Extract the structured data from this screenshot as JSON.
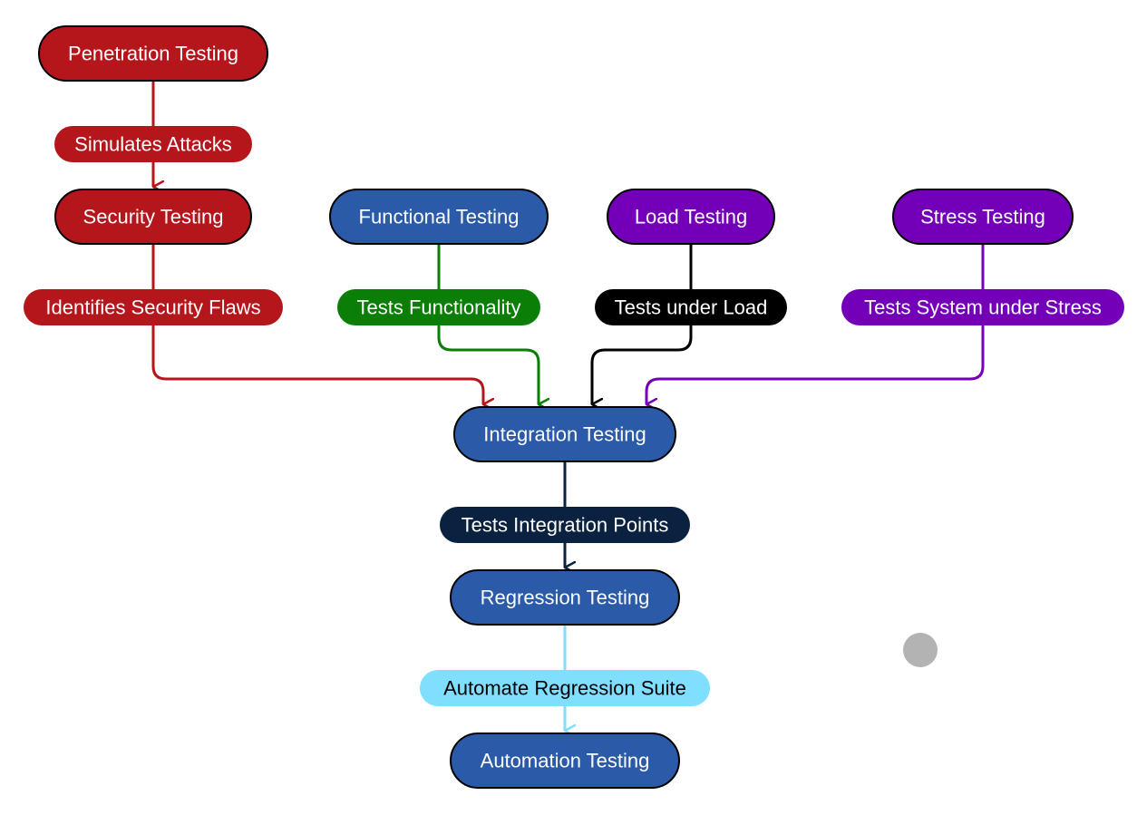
{
  "colors": {
    "red": "#B5161B",
    "blue": "#2A5AA8",
    "purple": "#7300B8",
    "green": "#0A7E07",
    "black": "#000000",
    "navy": "#0A2240",
    "lightblue": "#80DEFF",
    "grey_dot": "#B3B3B3",
    "node_border": "#000000",
    "text_light": "#FFFFFF",
    "text_dark": "#000000"
  },
  "nodes": {
    "penetration": {
      "label": "Penetration Testing",
      "color": "red"
    },
    "security": {
      "label": "Security Testing",
      "color": "red"
    },
    "functional": {
      "label": "Functional Testing",
      "color": "blue"
    },
    "load": {
      "label": "Load Testing",
      "color": "purple"
    },
    "stress": {
      "label": "Stress Testing",
      "color": "purple"
    },
    "integration": {
      "label": "Integration Testing",
      "color": "blue"
    },
    "regression": {
      "label": "Regression Testing",
      "color": "blue"
    },
    "automation": {
      "label": "Automation Testing",
      "color": "blue"
    }
  },
  "edges": {
    "simulates": {
      "from": "penetration",
      "to": "security",
      "label": "Simulates Attacks",
      "color": "red"
    },
    "identifies": {
      "from": "security",
      "to": "integration",
      "label": "Identifies Security Flaws",
      "color": "red"
    },
    "functionality": {
      "from": "functional",
      "to": "integration",
      "label": "Tests Functionality",
      "color": "green"
    },
    "under_load": {
      "from": "load",
      "to": "integration",
      "label": "Tests under Load",
      "color": "black"
    },
    "under_stress": {
      "from": "stress",
      "to": "integration",
      "label": "Tests System under Stress",
      "color": "purple"
    },
    "integration_points": {
      "from": "integration",
      "to": "regression",
      "label": "Tests Integration Points",
      "color": "navy"
    },
    "automate_suite": {
      "from": "regression",
      "to": "automation",
      "label": "Automate Regression Suite",
      "color": "lightblue"
    }
  }
}
